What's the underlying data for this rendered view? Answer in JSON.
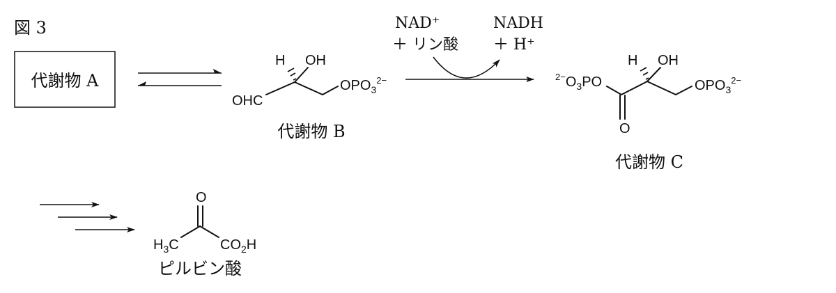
{
  "figure_label": "図 3",
  "metabolite_a": "代謝物 A",
  "metabolite_b": {
    "name": "代謝物 B",
    "atoms": {
      "h": "H",
      "oh": "OH",
      "ohc": "OHC",
      "opo3": "OPO",
      "sub3": "3",
      "charge": "2−"
    }
  },
  "reaction": {
    "reactant_line1": "NAD⁺",
    "reactant_line2": "＋ リン酸",
    "product_line1": "NADH",
    "product_line2": "＋ H⁺"
  },
  "metabolite_c": {
    "name": "代謝物 C",
    "atoms": {
      "lcharge": "2−",
      "o3po_a": "O",
      "o3po_sub": "3",
      "o3po_b": "PO",
      "h": "H",
      "oh": "OH",
      "o_carbonyl": "O",
      "opo3": "OPO",
      "sub3": "3",
      "charge": "2−"
    }
  },
  "pyruvate": {
    "name": "ピルビン酸",
    "atoms": {
      "o": "O",
      "h3c_a": "H",
      "h3c_sub": "3",
      "h3c_b": "C",
      "co2h_a": "CO",
      "co2h_sub": "2",
      "co2h_b": "H"
    }
  }
}
